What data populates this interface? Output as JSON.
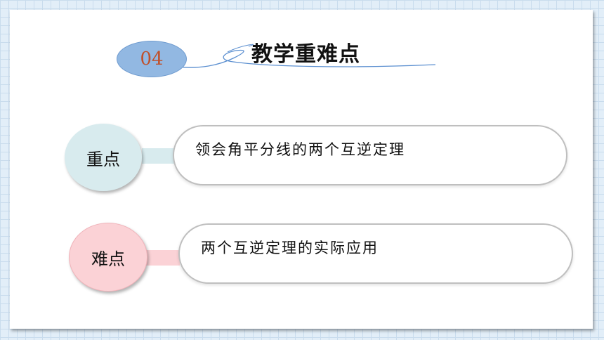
{
  "section": {
    "number": "04",
    "title": "教学重难点"
  },
  "items": [
    {
      "tag": "重点",
      "text": "领会角平分线的两个互逆定理",
      "color": "#d8ebee"
    },
    {
      "tag": "难点",
      "text": "两个互逆定理的实际应用",
      "color": "#fbd2d6"
    }
  ],
  "colors": {
    "badge": "#92b8e2",
    "badge_text": "#c0502a",
    "deco_line": "#5b8fd0"
  }
}
